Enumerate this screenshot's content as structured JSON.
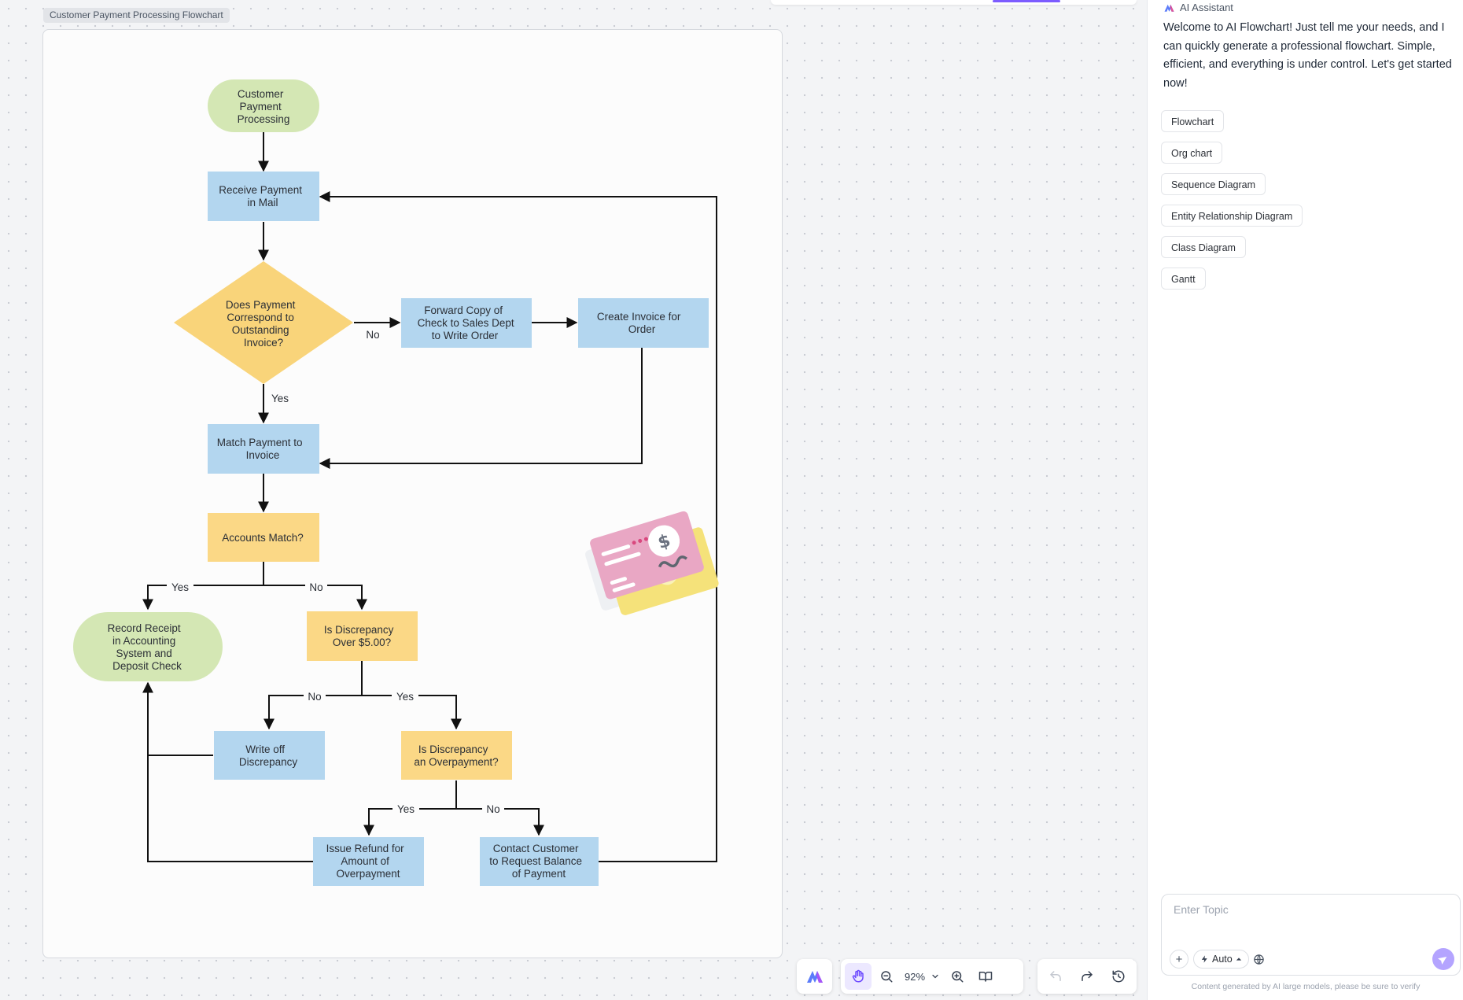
{
  "canvas": {
    "frame_title": "Customer Payment Processing Flowchart"
  },
  "flowchart": {
    "nodes": {
      "start": [
        "Customer",
        "Payment",
        "Processing"
      ],
      "receive": [
        "Receive Payment",
        "in Mail"
      ],
      "correspond": [
        "Does Payment",
        "Correspond to",
        "Outstanding",
        "Invoice?"
      ],
      "forward": [
        "Forward Copy of",
        "Check to Sales Dept",
        "to Write Order"
      ],
      "create_invoice": [
        "Create Invoice for",
        "Order"
      ],
      "match": [
        "Match Payment to",
        "Invoice"
      ],
      "accounts_match": [
        "Accounts Match?"
      ],
      "record": [
        "Record Receipt",
        "in Accounting",
        "System and",
        "Deposit Check"
      ],
      "discrepancy_over": [
        "Is Discrepancy",
        "Over $5.00?"
      ],
      "write_off": [
        "Write off",
        "Discrepancy"
      ],
      "overpayment": [
        "Is Discrepancy",
        "an Overpayment?"
      ],
      "refund": [
        "Issue Refund for",
        "Amount of",
        "Overpayment"
      ],
      "contact": [
        "Contact Customer",
        "to Request Balance",
        "of Payment"
      ]
    },
    "edge_labels": {
      "correspond_no": "No",
      "correspond_yes": "Yes",
      "accounts_yes": "Yes",
      "accounts_no": "No",
      "over_no": "No",
      "over_yes": "Yes",
      "overpay_yes": "Yes",
      "overpay_no": "No"
    },
    "colors": {
      "terminal": "#d4e7b4",
      "process": "#b3d6ef",
      "decision": "#f9d47a",
      "decision_rect": "#fbd886",
      "line": "#111111"
    }
  },
  "toolbar": {
    "zoom_level": "92%"
  },
  "assistant": {
    "title": "AI Assistant",
    "welcome": "Welcome to AI Flowchart! Just tell me your needs, and I can quickly generate a professional flowchart. Simple, efficient, and everything is under control. Let's get started now!",
    "suggestions": [
      "Flowchart",
      "Org chart",
      "Sequence Diagram",
      "Entity Relationship Diagram",
      "Class Diagram",
      "Gantt"
    ],
    "input_placeholder": "Enter Topic",
    "mode_label": "Auto",
    "disclaimer": "Content generated by AI large models, please be sure to verify"
  }
}
